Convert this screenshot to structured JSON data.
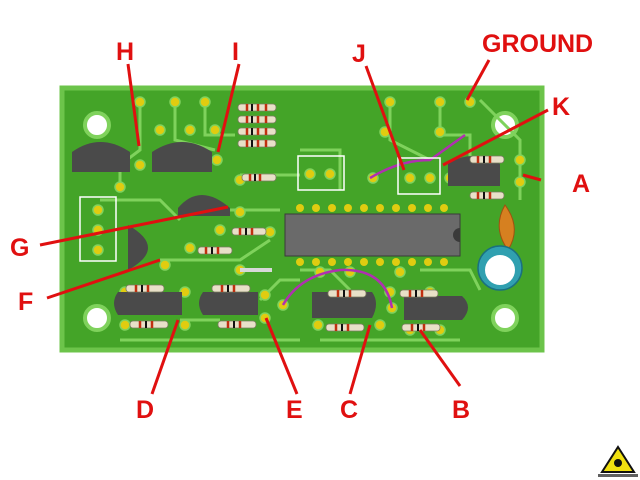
{
  "colors": {
    "board": "#44a428",
    "board_edge": "#6cc44a",
    "trace": "#7fd25c",
    "pad": "#e0cc10",
    "hole": "#ffffff",
    "component": "#4a4a4a",
    "chip": "#6a6a6a",
    "label": "#e01010",
    "jumper": "#b030b0",
    "outline": "#ffffff",
    "cap_tan": "#d68020",
    "cap_teal": "#30a0b0"
  },
  "labels": [
    {
      "id": "h",
      "text": "H"
    },
    {
      "id": "i",
      "text": "I"
    },
    {
      "id": "j",
      "text": "J"
    },
    {
      "id": "ground",
      "text": "GROUND"
    },
    {
      "id": "k",
      "text": "K"
    },
    {
      "id": "a",
      "text": "A"
    },
    {
      "id": "g",
      "text": "G"
    },
    {
      "id": "f",
      "text": "F"
    },
    {
      "id": "d",
      "text": "D"
    },
    {
      "id": "e",
      "text": "E"
    },
    {
      "id": "c",
      "text": "C"
    },
    {
      "id": "b",
      "text": "B"
    }
  ],
  "icons": {
    "logo": "warning-triangle-logo-icon"
  }
}
